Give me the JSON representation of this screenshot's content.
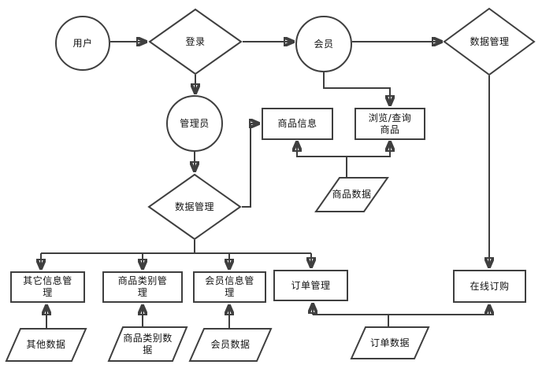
{
  "diagram": {
    "background_color": "#ffffff",
    "stroke_color": "#3f3f3f",
    "shape_fill_color": "#ffffff",
    "text_color": "#111111",
    "nodes": {
      "user": {
        "label": "用户",
        "shape": "circle"
      },
      "login": {
        "label": "登录",
        "shape": "diamond"
      },
      "member": {
        "label": "会员",
        "shape": "circle"
      },
      "data_mgmt_top": {
        "label": "数据管理",
        "shape": "diamond"
      },
      "admin": {
        "label": "管理员",
        "shape": "circle"
      },
      "product_info": {
        "label": "商品信息",
        "shape": "rect"
      },
      "browse_query": {
        "label": "浏览/查询\n商品",
        "shape": "rect"
      },
      "product_data": {
        "label": "商品数据",
        "shape": "parallelogram"
      },
      "data_mgmt_mid": {
        "label": "数据管理",
        "shape": "diamond"
      },
      "other_info_mgmt": {
        "label": "其它信息管\n理",
        "shape": "rect"
      },
      "category_mgmt": {
        "label": "商品类别管\n理",
        "shape": "rect"
      },
      "member_info_mgmt": {
        "label": "会员信息管\n理",
        "shape": "rect"
      },
      "order_mgmt": {
        "label": "订单管理",
        "shape": "rect"
      },
      "online_order": {
        "label": "在线订购",
        "shape": "rect"
      },
      "other_data": {
        "label": "其他数据",
        "shape": "parallelogram"
      },
      "category_data": {
        "label": "商品类别数\n据",
        "shape": "parallelogram"
      },
      "member_data": {
        "label": "会员数据",
        "shape": "parallelogram"
      },
      "order_data": {
        "label": "订单数据",
        "shape": "parallelogram"
      }
    },
    "edges": [
      {
        "from": "user",
        "to": "login"
      },
      {
        "from": "login",
        "to": "member"
      },
      {
        "from": "login",
        "to": "admin"
      },
      {
        "from": "member",
        "to": "data_mgmt_top"
      },
      {
        "from": "member",
        "to": "browse_query"
      },
      {
        "from": "admin",
        "to": "data_mgmt_mid"
      },
      {
        "from": "data_mgmt_mid",
        "to": "product_info"
      },
      {
        "from": "product_data",
        "to": "product_info"
      },
      {
        "from": "product_data",
        "to": "browse_query"
      },
      {
        "from": "data_mgmt_mid",
        "to": "other_info_mgmt"
      },
      {
        "from": "data_mgmt_mid",
        "to": "category_mgmt"
      },
      {
        "from": "data_mgmt_mid",
        "to": "member_info_mgmt"
      },
      {
        "from": "data_mgmt_mid",
        "to": "order_mgmt"
      },
      {
        "from": "other_data",
        "to": "other_info_mgmt"
      },
      {
        "from": "category_data",
        "to": "category_mgmt"
      },
      {
        "from": "member_data",
        "to": "member_info_mgmt"
      },
      {
        "from": "order_data",
        "to": "order_mgmt"
      },
      {
        "from": "order_data",
        "to": "online_order"
      },
      {
        "from": "data_mgmt_top",
        "to": "online_order"
      }
    ]
  }
}
